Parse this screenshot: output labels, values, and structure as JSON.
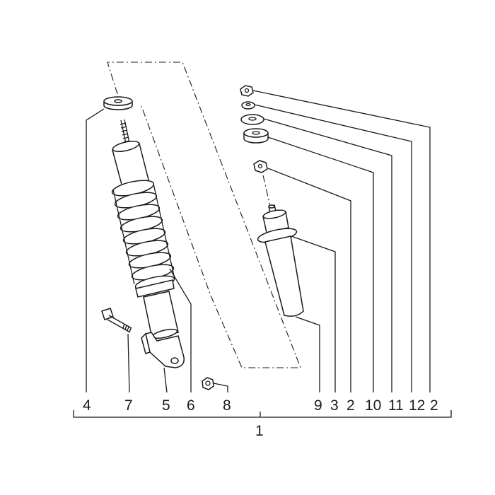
{
  "callouts": {
    "c4": "4",
    "c7": "7",
    "c5": "5",
    "c6": "6",
    "c8": "8",
    "c9": "9",
    "c3": "3",
    "c2a": "2",
    "c10": "10",
    "c11": "11",
    "c12": "12",
    "c2b": "2",
    "assembly": "1"
  }
}
